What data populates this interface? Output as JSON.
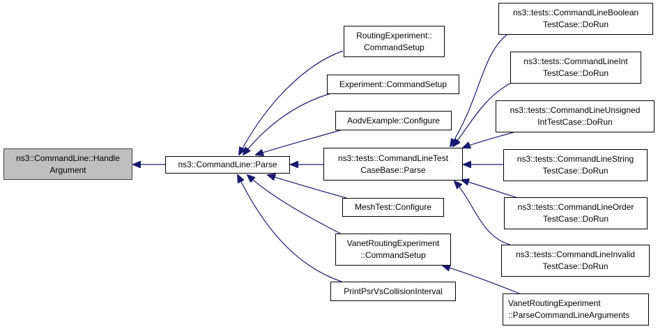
{
  "diagram": {
    "type": "caller-graph",
    "edge_color": "#191970",
    "root_fill": "#bfbfbf",
    "nodes": [
      {
        "id": "handle_argument",
        "lines": [
          "ns3::CommandLine::Handle",
          "Argument"
        ],
        "role": "root"
      },
      {
        "id": "commandline_parse",
        "lines": [
          "ns3::CommandLine::Parse"
        ]
      },
      {
        "id": "routing_experiment_commandsetup",
        "lines": [
          "RoutingExperiment::",
          "CommandSetup"
        ]
      },
      {
        "id": "experiment_commandsetup",
        "lines": [
          "Experiment::CommandSetup"
        ]
      },
      {
        "id": "aodvexample_configure",
        "lines": [
          "AodvExample::Configure"
        ]
      },
      {
        "id": "testcasebase_parse",
        "lines": [
          "ns3::tests::CommandLineTest",
          "CaseBase::Parse"
        ]
      },
      {
        "id": "meshtest_configure",
        "lines": [
          "MeshTest::Configure"
        ]
      },
      {
        "id": "vanet_commandsetup",
        "lines": [
          "VanetRoutingExperiment",
          "::CommandSetup"
        ]
      },
      {
        "id": "printpsr",
        "lines": [
          "PrintPsrVsCollisionInterval"
        ]
      },
      {
        "id": "boolean_dorun",
        "lines": [
          "ns3::tests::CommandLineBoolean",
          "TestCase::DoRun"
        ]
      },
      {
        "id": "int_dorun",
        "lines": [
          "ns3::tests::CommandLineInt",
          "TestCase::DoRun"
        ]
      },
      {
        "id": "unsigned_dorun",
        "lines": [
          "ns3::tests::CommandLineUnsigned",
          "IntTestCase::DoRun"
        ]
      },
      {
        "id": "string_dorun",
        "lines": [
          "ns3::tests::CommandLineString",
          "TestCase::DoRun"
        ]
      },
      {
        "id": "order_dorun",
        "lines": [
          "ns3::tests::CommandLineOrder",
          "TestCase::DoRun"
        ]
      },
      {
        "id": "invalid_dorun",
        "lines": [
          "ns3::tests::CommandLineInvalid",
          "TestCase::DoRun"
        ]
      },
      {
        "id": "vanet_parseargs",
        "lines": [
          "VanetRoutingExperiment",
          "::ParseCommandLineArguments"
        ]
      }
    ],
    "edges": [
      {
        "from": "commandline_parse",
        "to": "handle_argument"
      },
      {
        "from": "routing_experiment_commandsetup",
        "to": "commandline_parse"
      },
      {
        "from": "experiment_commandsetup",
        "to": "commandline_parse"
      },
      {
        "from": "aodvexample_configure",
        "to": "commandline_parse"
      },
      {
        "from": "testcasebase_parse",
        "to": "commandline_parse"
      },
      {
        "from": "meshtest_configure",
        "to": "commandline_parse"
      },
      {
        "from": "vanet_commandsetup",
        "to": "commandline_parse"
      },
      {
        "from": "printpsr",
        "to": "commandline_parse"
      },
      {
        "from": "boolean_dorun",
        "to": "testcasebase_parse"
      },
      {
        "from": "int_dorun",
        "to": "testcasebase_parse"
      },
      {
        "from": "unsigned_dorun",
        "to": "testcasebase_parse"
      },
      {
        "from": "string_dorun",
        "to": "testcasebase_parse"
      },
      {
        "from": "order_dorun",
        "to": "testcasebase_parse"
      },
      {
        "from": "invalid_dorun",
        "to": "testcasebase_parse"
      },
      {
        "from": "vanet_parseargs",
        "to": "vanet_commandsetup"
      }
    ]
  }
}
